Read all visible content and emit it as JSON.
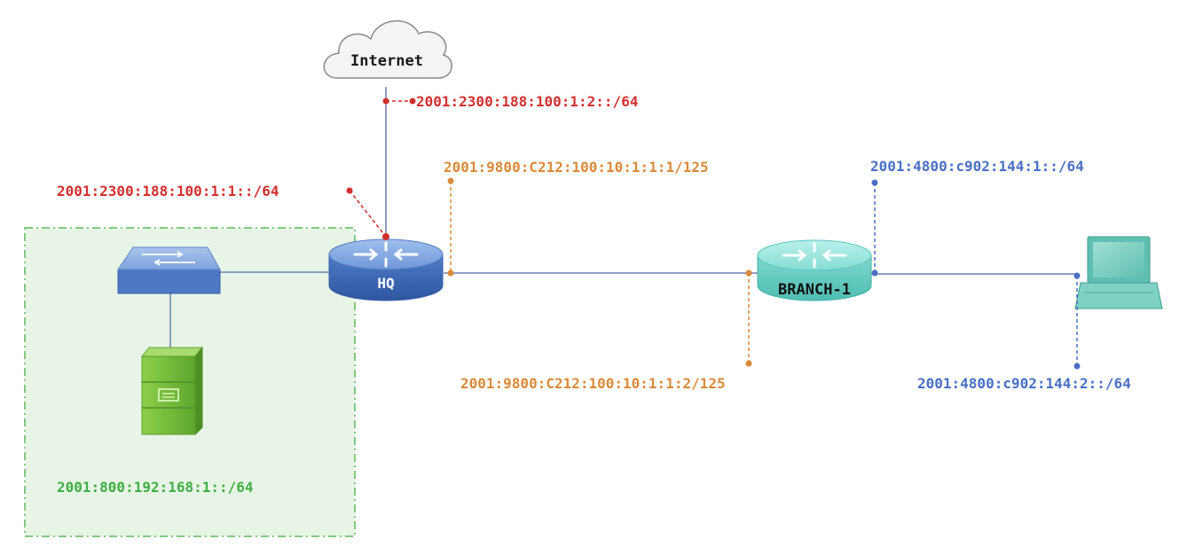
{
  "devices": {
    "internet": "Internet",
    "hq": "HQ",
    "branch": "BRANCH-1"
  },
  "addresses": {
    "internet_side": "2001:2300:188:100:1:2::/64",
    "hq_wan": "2001:2300:188:100:1:1::/64",
    "hq_link": "2001:9800:C212:100:10:1:1:1/125",
    "branch_link": "2001:9800:C212:100:10:1:1:2/125",
    "branch_lan": "2001:4800:c902:144:1::/64",
    "pc_lan": "2001:4800:c902:144:2::/64",
    "hq_lan": "2001:800:192:168:1::/64"
  },
  "colors": {
    "wan": "#d32f2f",
    "transit": "#d98a3a",
    "branch": "#4a6fc4",
    "lan": "#3fae44",
    "link": "#6f7fb3"
  }
}
